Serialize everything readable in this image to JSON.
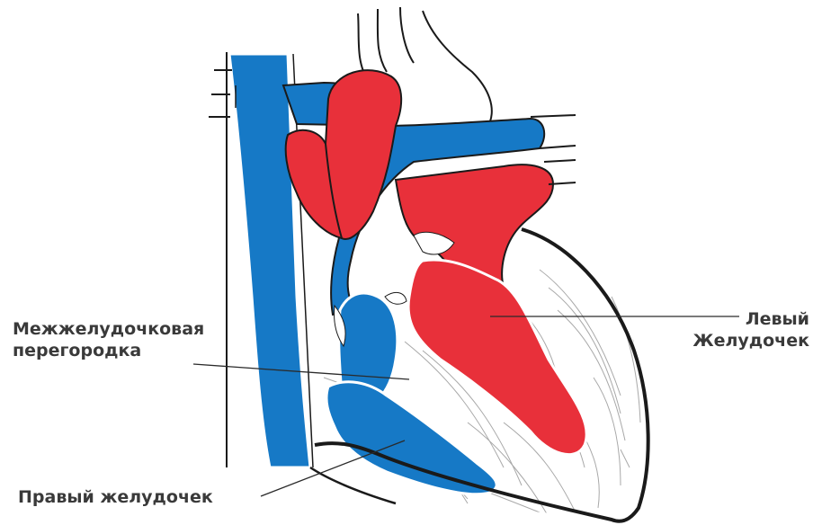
{
  "labels": {
    "left_ventricle": [
      "Левый",
      "Желудочек"
    ],
    "interventricular_septum": [
      "Межжелудочковая",
      "перегородка"
    ],
    "right_ventricle": "Правый желудочек"
  },
  "colors": {
    "oxygenated": "#e8303a",
    "deoxygenated": "#1679c6",
    "outline": "#1a1a1a",
    "muscle_fiber": "#9a9a9a",
    "label_text": "#3a3a3a"
  }
}
